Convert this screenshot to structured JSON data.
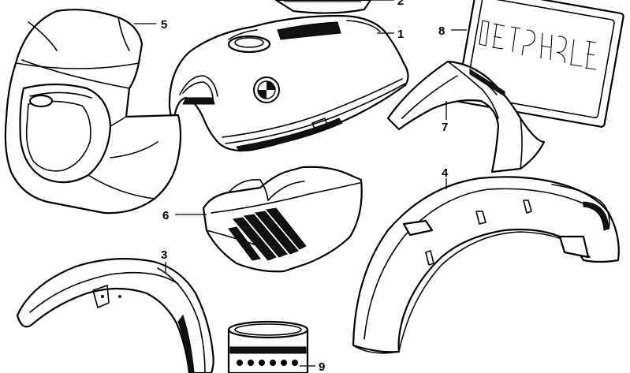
{
  "callouts": [
    {
      "id": "1",
      "label": "1"
    },
    {
      "id": "2",
      "label": "2"
    },
    {
      "id": "3",
      "label": "3"
    },
    {
      "id": "4",
      "label": "4"
    },
    {
      "id": "5",
      "label": "5"
    },
    {
      "id": "6",
      "label": "6"
    },
    {
      "id": "7",
      "label": "7"
    },
    {
      "id": "8",
      "label": "8"
    },
    {
      "id": "9",
      "label": "9"
    }
  ],
  "parts": [
    {
      "callout": "1",
      "icon": "fuel-tank-icon"
    },
    {
      "callout": "2",
      "icon": "tank-cover-icon"
    },
    {
      "callout": "3",
      "icon": "front-mudguard-icon"
    },
    {
      "callout": "4",
      "icon": "rear-mudguard-icon"
    },
    {
      "callout": "5",
      "icon": "headlight-fairing-icon"
    },
    {
      "callout": "6",
      "icon": "side-cover-icon"
    },
    {
      "callout": "7",
      "icon": "rear-fender-section-icon"
    },
    {
      "callout": "8",
      "icon": "plate-icon"
    },
    {
      "callout": "9",
      "icon": "paint-can-icon"
    }
  ]
}
